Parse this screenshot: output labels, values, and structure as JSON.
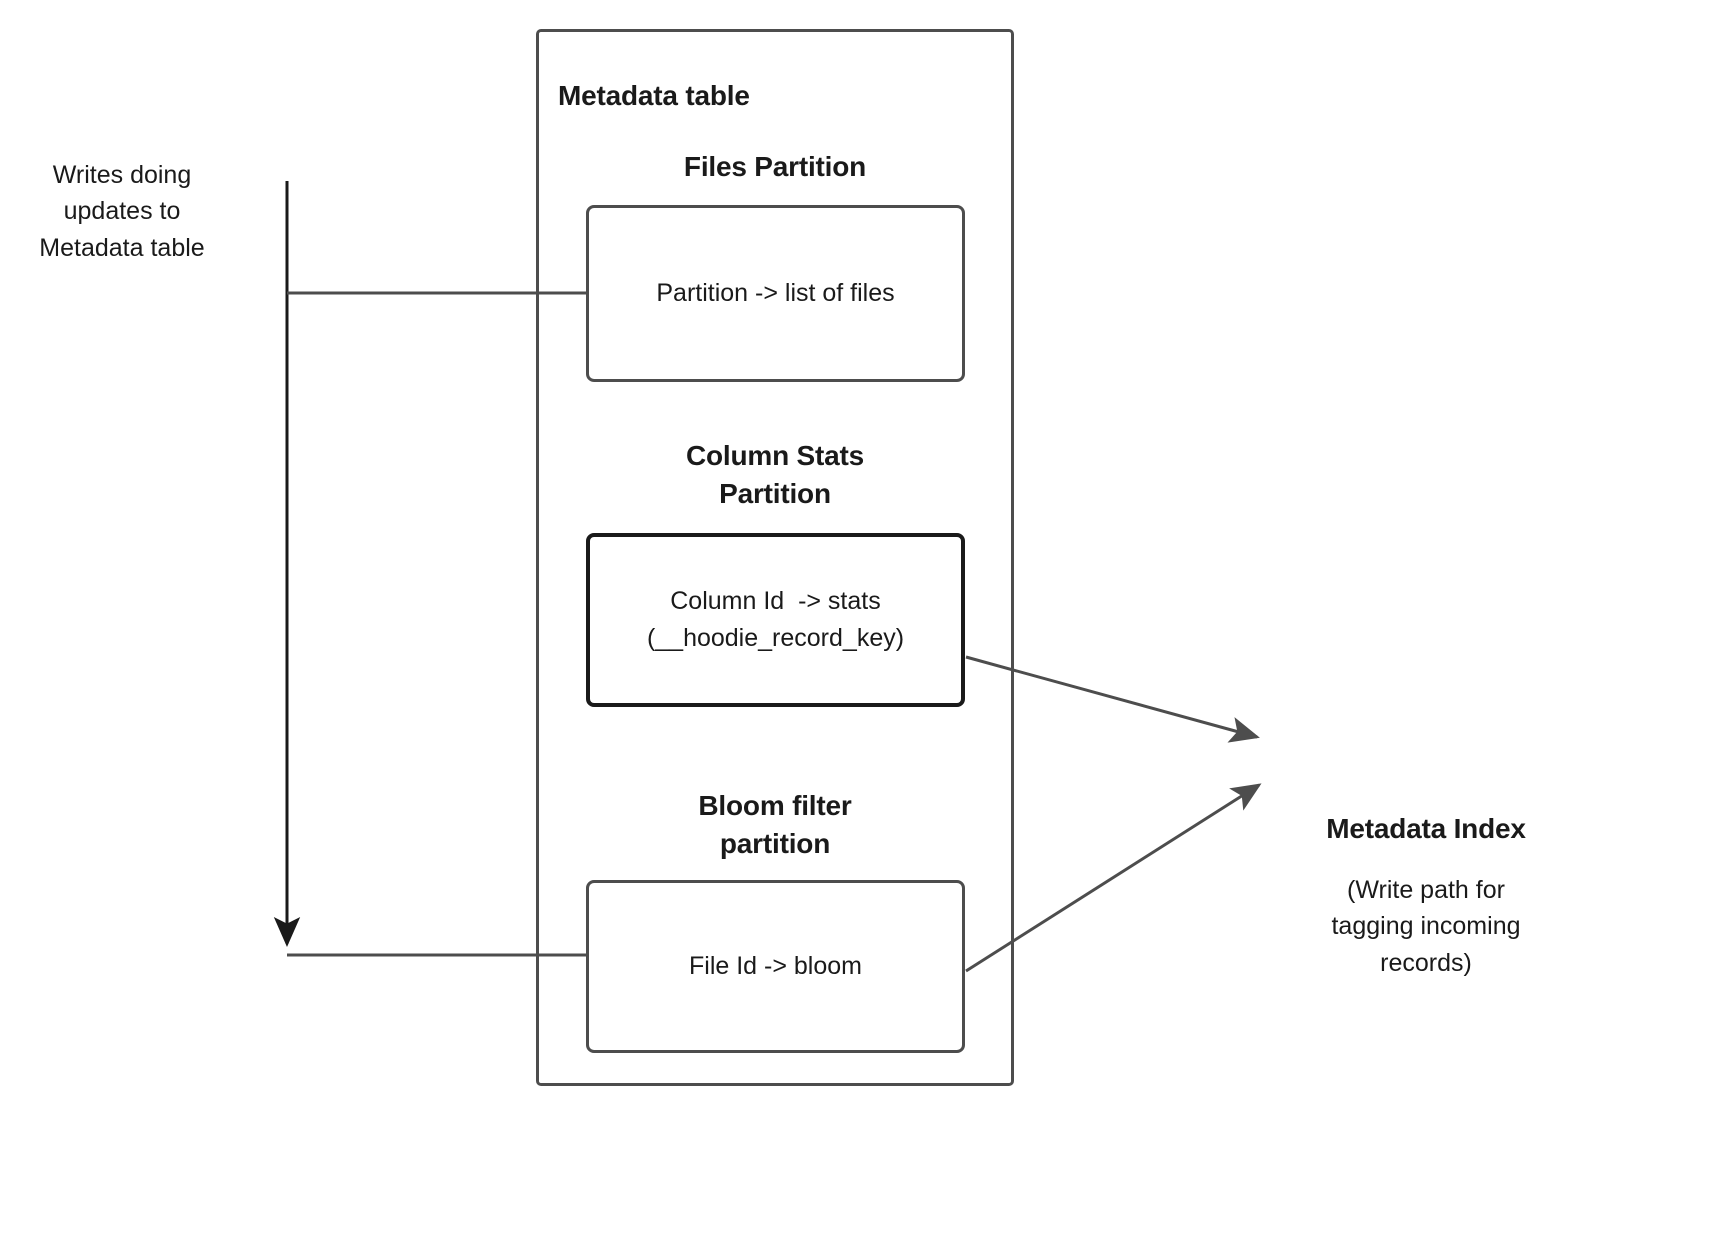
{
  "diagram": {
    "title_text": "Metadata table",
    "left_note": [
      "Writes doing",
      "updates to",
      "Metadata table"
    ],
    "sections": [
      {
        "id": "files",
        "heading": [
          "Files Partition"
        ],
        "box_lines": [
          "Partition -> list of files"
        ]
      },
      {
        "id": "column-stats",
        "heading": [
          "Column Stats",
          "Partition"
        ],
        "box_lines": [
          "Column Id  -> stats",
          "(__hoodie_record_key)"
        ]
      },
      {
        "id": "bloom-filter",
        "heading": [
          "Bloom filter",
          "partition"
        ],
        "box_lines": [
          "File Id -> bloom"
        ]
      }
    ],
    "right_label": {
      "title": "Metadata Index",
      "note": [
        "(Write path for",
        "tagging incoming",
        "records)"
      ]
    },
    "colors": {
      "stroke": "#4d4d4d",
      "stroke_dark": "#1a1a1a",
      "text": "#1a1a1a",
      "background": "#ffffff"
    }
  }
}
